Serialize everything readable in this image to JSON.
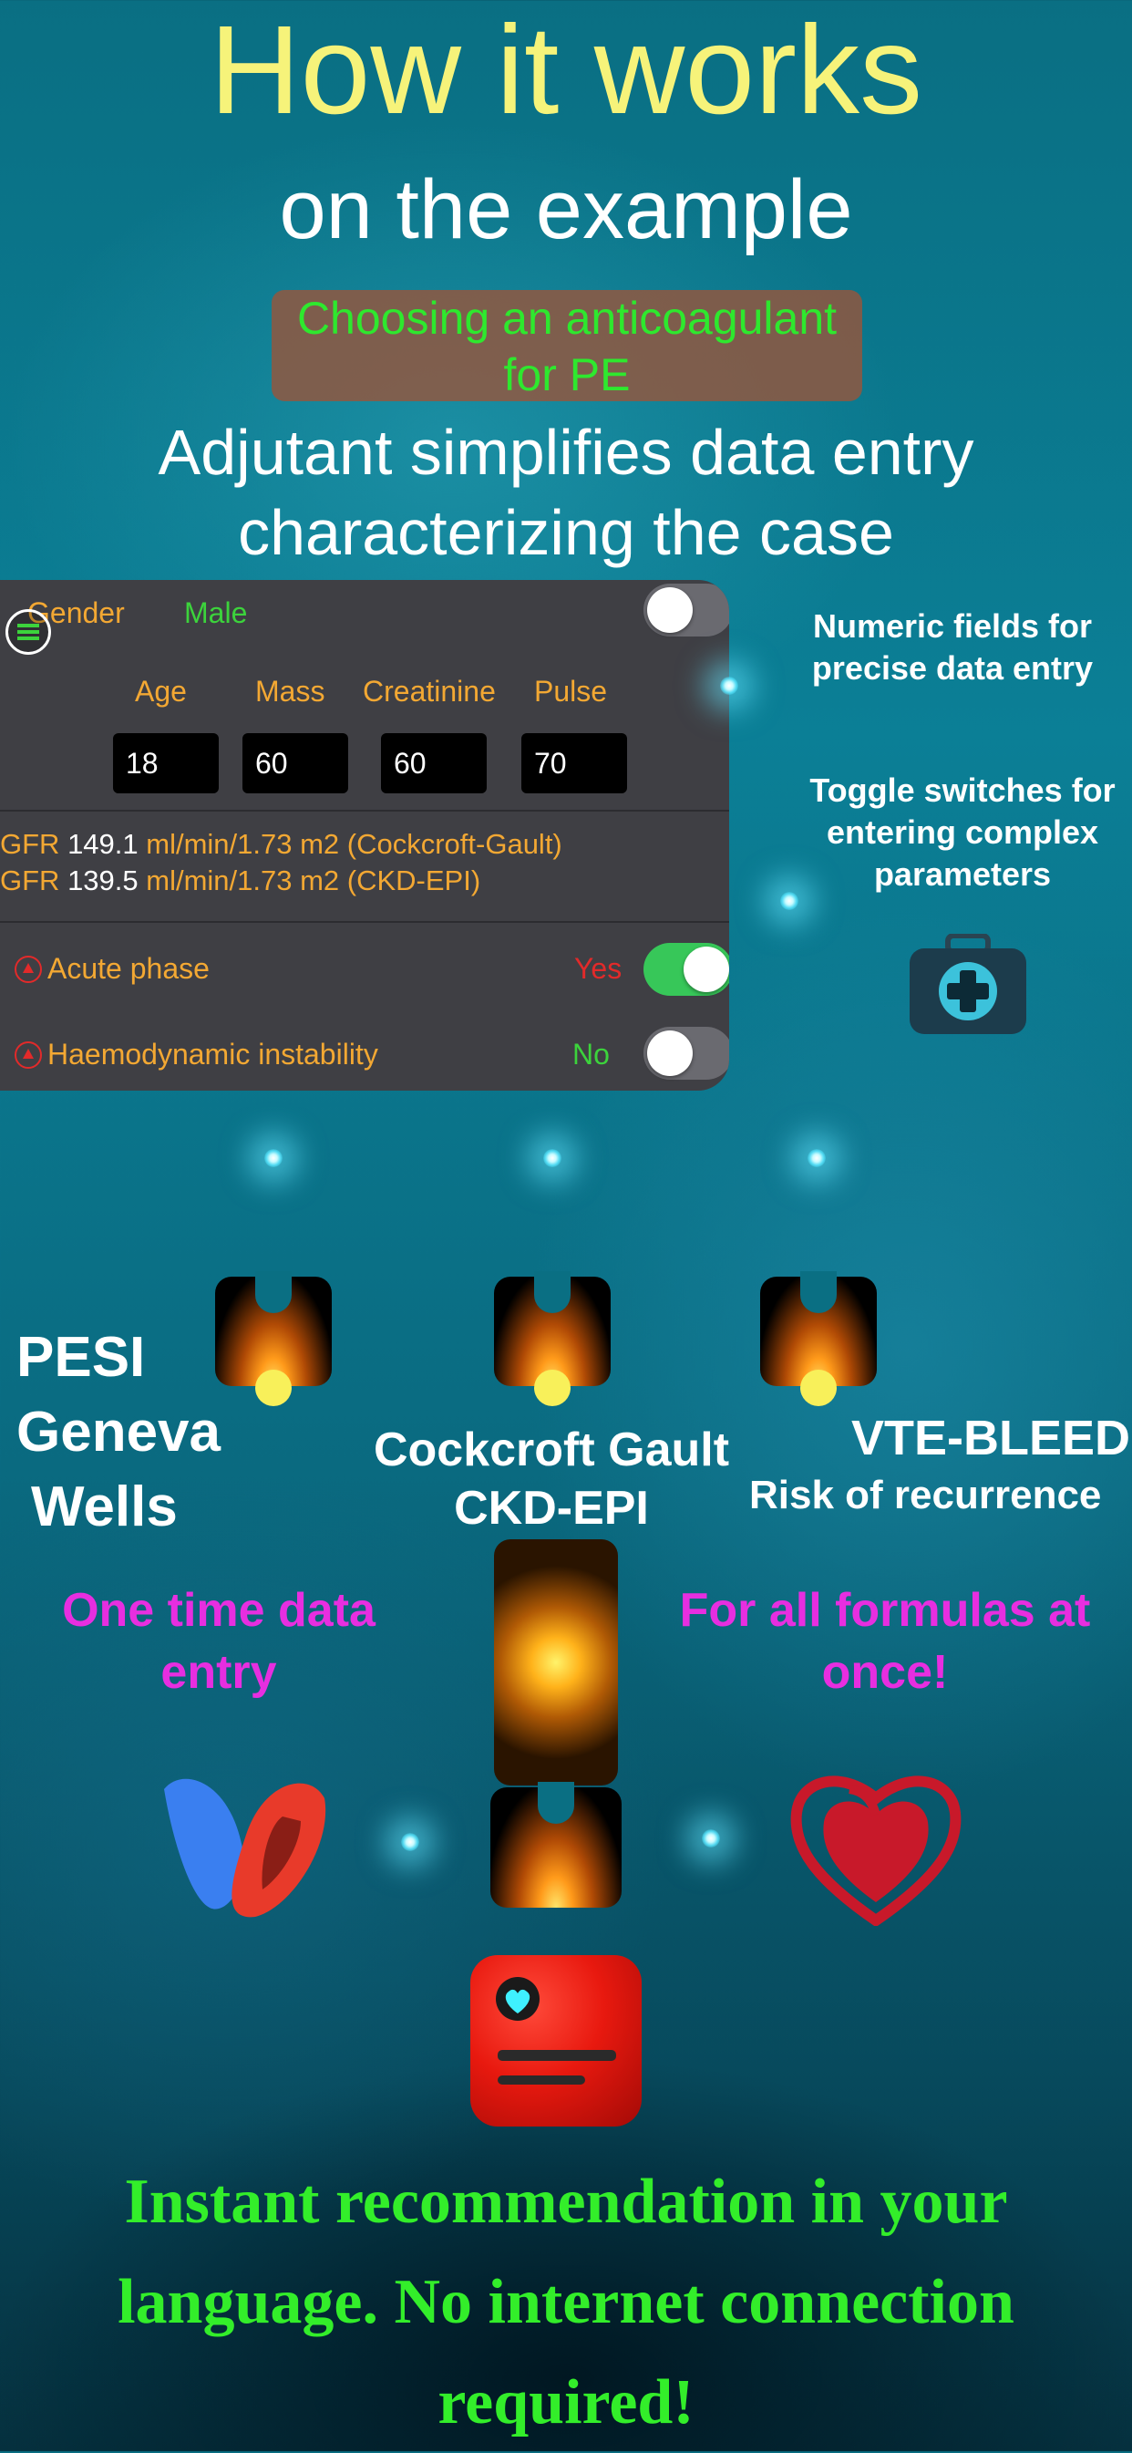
{
  "header": {
    "title": "How it works",
    "subtitle": "on the example",
    "example_line1": "Choosing an anticoagulant",
    "example_line2": "for PE",
    "headline_line1": "Adjutant simplifies data entry",
    "headline_line2": "characterizing the case"
  },
  "panel": {
    "gender_label": "Gender",
    "gender_value": "Male",
    "gender_toggle_on": false,
    "fields": [
      {
        "label": "Age",
        "value": "18"
      },
      {
        "label": "Mass",
        "value": "60"
      },
      {
        "label": "Creatinine",
        "value": "60"
      },
      {
        "label": "Pulse",
        "value": "70"
      }
    ],
    "gfr": [
      {
        "prefix": "GFR",
        "value": "149.1",
        "unit": "ml/min/1.73 m2 (Cockcroft-Gault)"
      },
      {
        "prefix": "GFR",
        "value": "139.5",
        "unit": "ml/min/1.73 m2 (CKD-EPI)"
      }
    ],
    "acute_phase_label": "Acute phase",
    "acute_phase_value": "Yes",
    "acute_phase_on": true,
    "instability_label": "Haemodynamic instability",
    "instability_value": "No",
    "instability_on": false
  },
  "notes": {
    "numeric_line1": "Numeric fields for",
    "numeric_line2": "precise data entry",
    "toggle_line1": "Toggle switches for",
    "toggle_line2": "entering complex",
    "toggle_line3": "parameters"
  },
  "labels": {
    "pesi": "PESI",
    "geneva": "Geneva",
    "wells": "Wells",
    "cockcroft": "Cockcroft Gault",
    "ckd": "CKD-EPI",
    "vte": "VTE-BLEED",
    "recurrence": "Risk of recurrence",
    "one_time_1": "One time data",
    "one_time_2": "entry",
    "all_formulas_1": "For all formulas at",
    "all_formulas_2": "once!"
  },
  "footer": {
    "line1": "Instant recommendation in your",
    "line2": "language. No internet connection",
    "line3": "required!"
  },
  "colors": {
    "title": "#f6f37a",
    "accent_green": "#33ee2a",
    "magenta": "#e72ee0",
    "panel_bg": "#3f3f44",
    "orange": "#f3a833"
  },
  "icons": [
    "menu-icon",
    "medical-kit-icon",
    "logo-ribbon-icon",
    "heart-icon",
    "app-heart-screen-icon"
  ]
}
